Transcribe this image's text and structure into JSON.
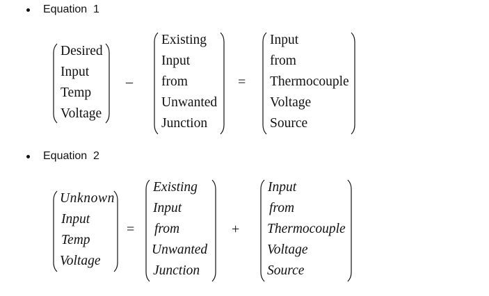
{
  "equations": [
    {
      "label": "Equation  1",
      "style": "roman",
      "terms": [
        {
          "lines": [
            "Desired",
            "Input",
            "Temp",
            "Voltage"
          ]
        },
        {
          "lines": [
            "Existing",
            "Input",
            "from",
            "Unwanted",
            "Junction"
          ]
        },
        {
          "lines": [
            "Input",
            "from",
            "Thermocouple",
            "Voltage",
            "Source"
          ]
        }
      ],
      "operators": [
        "–",
        "="
      ]
    },
    {
      "label": "Equation  2",
      "style": "italic",
      "terms": [
        {
          "lines": [
            "Unknown",
            "Input",
            "Temp",
            "Voltage"
          ]
        },
        {
          "lines": [
            "Existing",
            "Input",
            "from",
            "Unwanted",
            "Junction"
          ]
        },
        {
          "lines": [
            "Input",
            "from",
            "Thermocouple",
            "Voltage",
            "Source"
          ]
        }
      ],
      "operators": [
        "=",
        "+"
      ]
    }
  ]
}
